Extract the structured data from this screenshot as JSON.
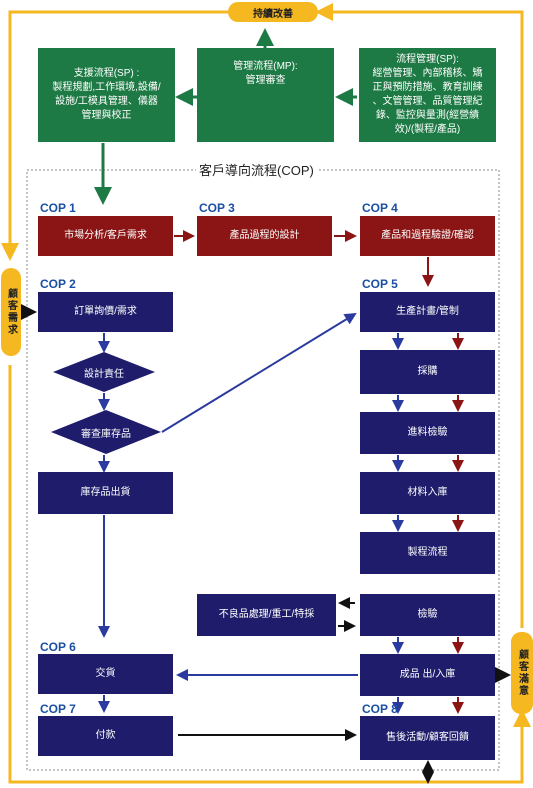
{
  "top_pill": "持續改善",
  "left_pill": "顧客需求",
  "right_pill": "顧客滿意",
  "title": "客戶導向流程(COP)",
  "support_box": [
    "支援流程(SP) :",
    "製程規劃,工作環境,設備/",
    "設施/工模具管理、儀器",
    "管理與校正"
  ],
  "mp_box": [
    "管理流程(MP):",
    "管理審查"
  ],
  "sp_box": [
    "流程管理(SP):",
    "經營管理、內部稽核、矯",
    "正與預防措施、教育訓練",
    "、文管管理、品質管理紀",
    "錄、監控與量測(經營績",
    "效)/(製程/產品)"
  ],
  "cop": [
    "COP 1",
    "COP 2",
    "COP 3",
    "COP 4",
    "COP 5",
    "COP 6",
    "COP 7",
    "COP 8"
  ],
  "boxes": {
    "market": "市場分析/客戶需求",
    "design_process": "產品過程的設計",
    "verify": "產品和過程驗證/確認",
    "order": "訂單詢價/需求",
    "design_resp": "設計責任",
    "check_stock": "審查庫存品",
    "stock_ship": "庫存品出貨",
    "plan": "生產計畫/管制",
    "purchase": "採購",
    "incoming": "進料檢驗",
    "material_in": "材料入庫",
    "process": "製程流程",
    "inspect": "檢驗",
    "nonconform": "不良品處理/重工/特採",
    "finished": "成品 出/入庫",
    "delivery": "交貨",
    "payment": "付款",
    "after_sales": "售後活動/顧客回饋"
  },
  "colors": {
    "green": "#1e7a45",
    "red": "#8b1414",
    "navy": "#1f1d6b",
    "amber": "#f5b820",
    "cop_blue": "#1a4fa3"
  }
}
